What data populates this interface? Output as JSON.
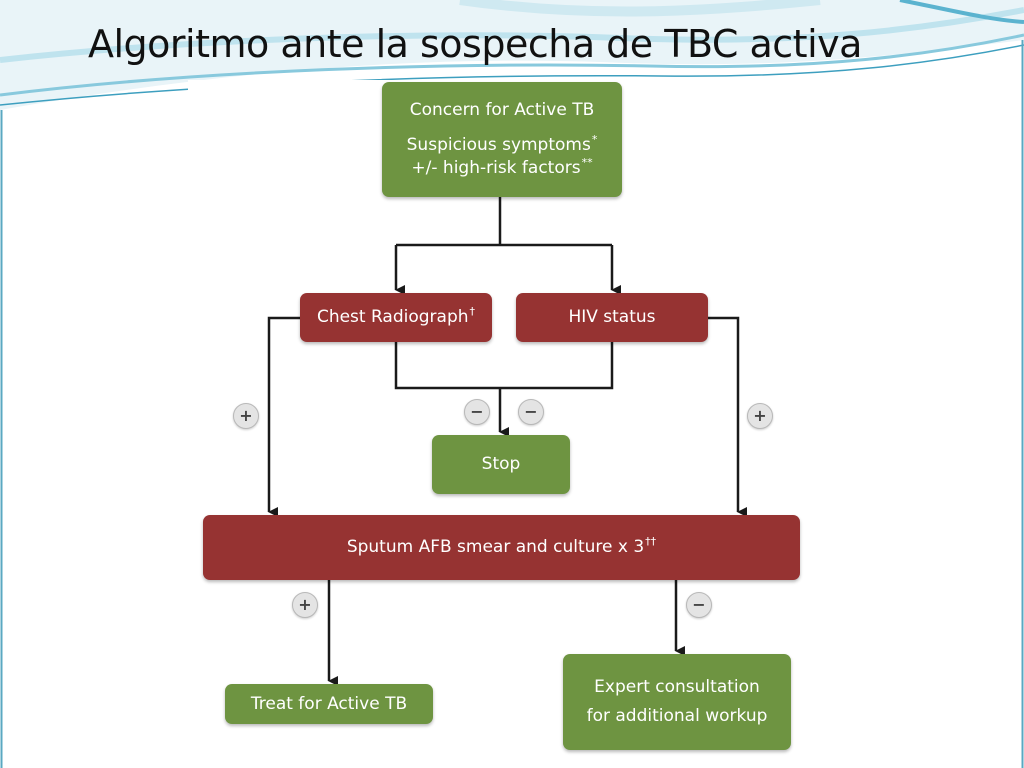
{
  "slide": {
    "title": "Algoritmo ante la sospecha de TBC activa"
  },
  "colors": {
    "green": "#6e9441",
    "red": "#963332",
    "line": "#1a1a1a",
    "sign_bg": "#e4e4e4"
  },
  "flowchart": {
    "concern": {
      "title": "Concern for Active TB",
      "line1": "Suspicious symptoms",
      "line1_mark": "*",
      "line2": "+/- high-risk factors",
      "line2_mark": "**"
    },
    "chest": {
      "label": "Chest Radiograph",
      "mark": "†"
    },
    "hiv": {
      "label": "HIV status"
    },
    "stop": {
      "label": "Stop"
    },
    "sputum": {
      "label": "Sputum AFB smear and culture x 3",
      "mark": "††"
    },
    "treat": {
      "label": "Treat for Active TB"
    },
    "expert": {
      "line1": "Expert consultation",
      "line2": "for additional workup"
    },
    "signs": {
      "chest_positive": "+",
      "hiv_positive": "+",
      "chest_negative": "−",
      "hiv_negative": "−",
      "sputum_positive": "+",
      "sputum_negative": "−"
    }
  }
}
